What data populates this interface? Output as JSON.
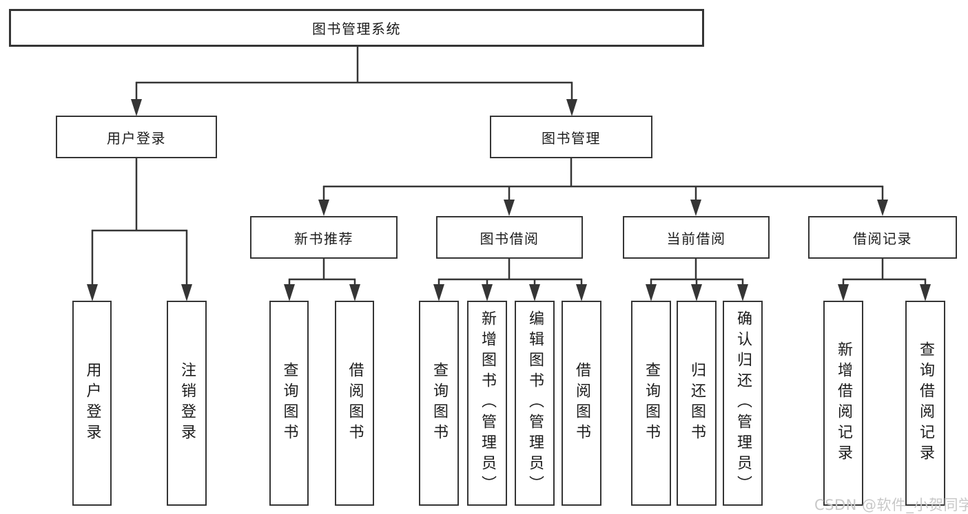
{
  "colors": {
    "line": "#353535",
    "text": "#1c1c1c",
    "watermark": "#c8c8c8",
    "background": "#ffffff"
  },
  "diagram": {
    "root_label": "图书管理系统",
    "branches": [
      {
        "label": "用户登录",
        "children": [
          {
            "label": "用户登录"
          },
          {
            "label": "注销登录"
          }
        ]
      },
      {
        "label": "图书管理",
        "children": [
          {
            "label": "新书推荐",
            "children": [
              {
                "label": "查询图书"
              },
              {
                "label": "借阅图书"
              }
            ]
          },
          {
            "label": "图书借阅",
            "children": [
              {
                "label": "查询图书"
              },
              {
                "label": "新增图书（管理员）"
              },
              {
                "label": "编辑图书（管理员）"
              },
              {
                "label": "借阅图书"
              }
            ]
          },
          {
            "label": "当前借阅",
            "children": [
              {
                "label": "查询图书"
              },
              {
                "label": "归还图书"
              },
              {
                "label": "确认归还（管理员）"
              }
            ]
          },
          {
            "label": "借阅记录",
            "children": [
              {
                "label": "新增借阅记录"
              },
              {
                "label": "查询借阅记录"
              }
            ]
          }
        ]
      }
    ]
  },
  "watermark": {
    "text": "CSDN @软件_小贺同学"
  }
}
